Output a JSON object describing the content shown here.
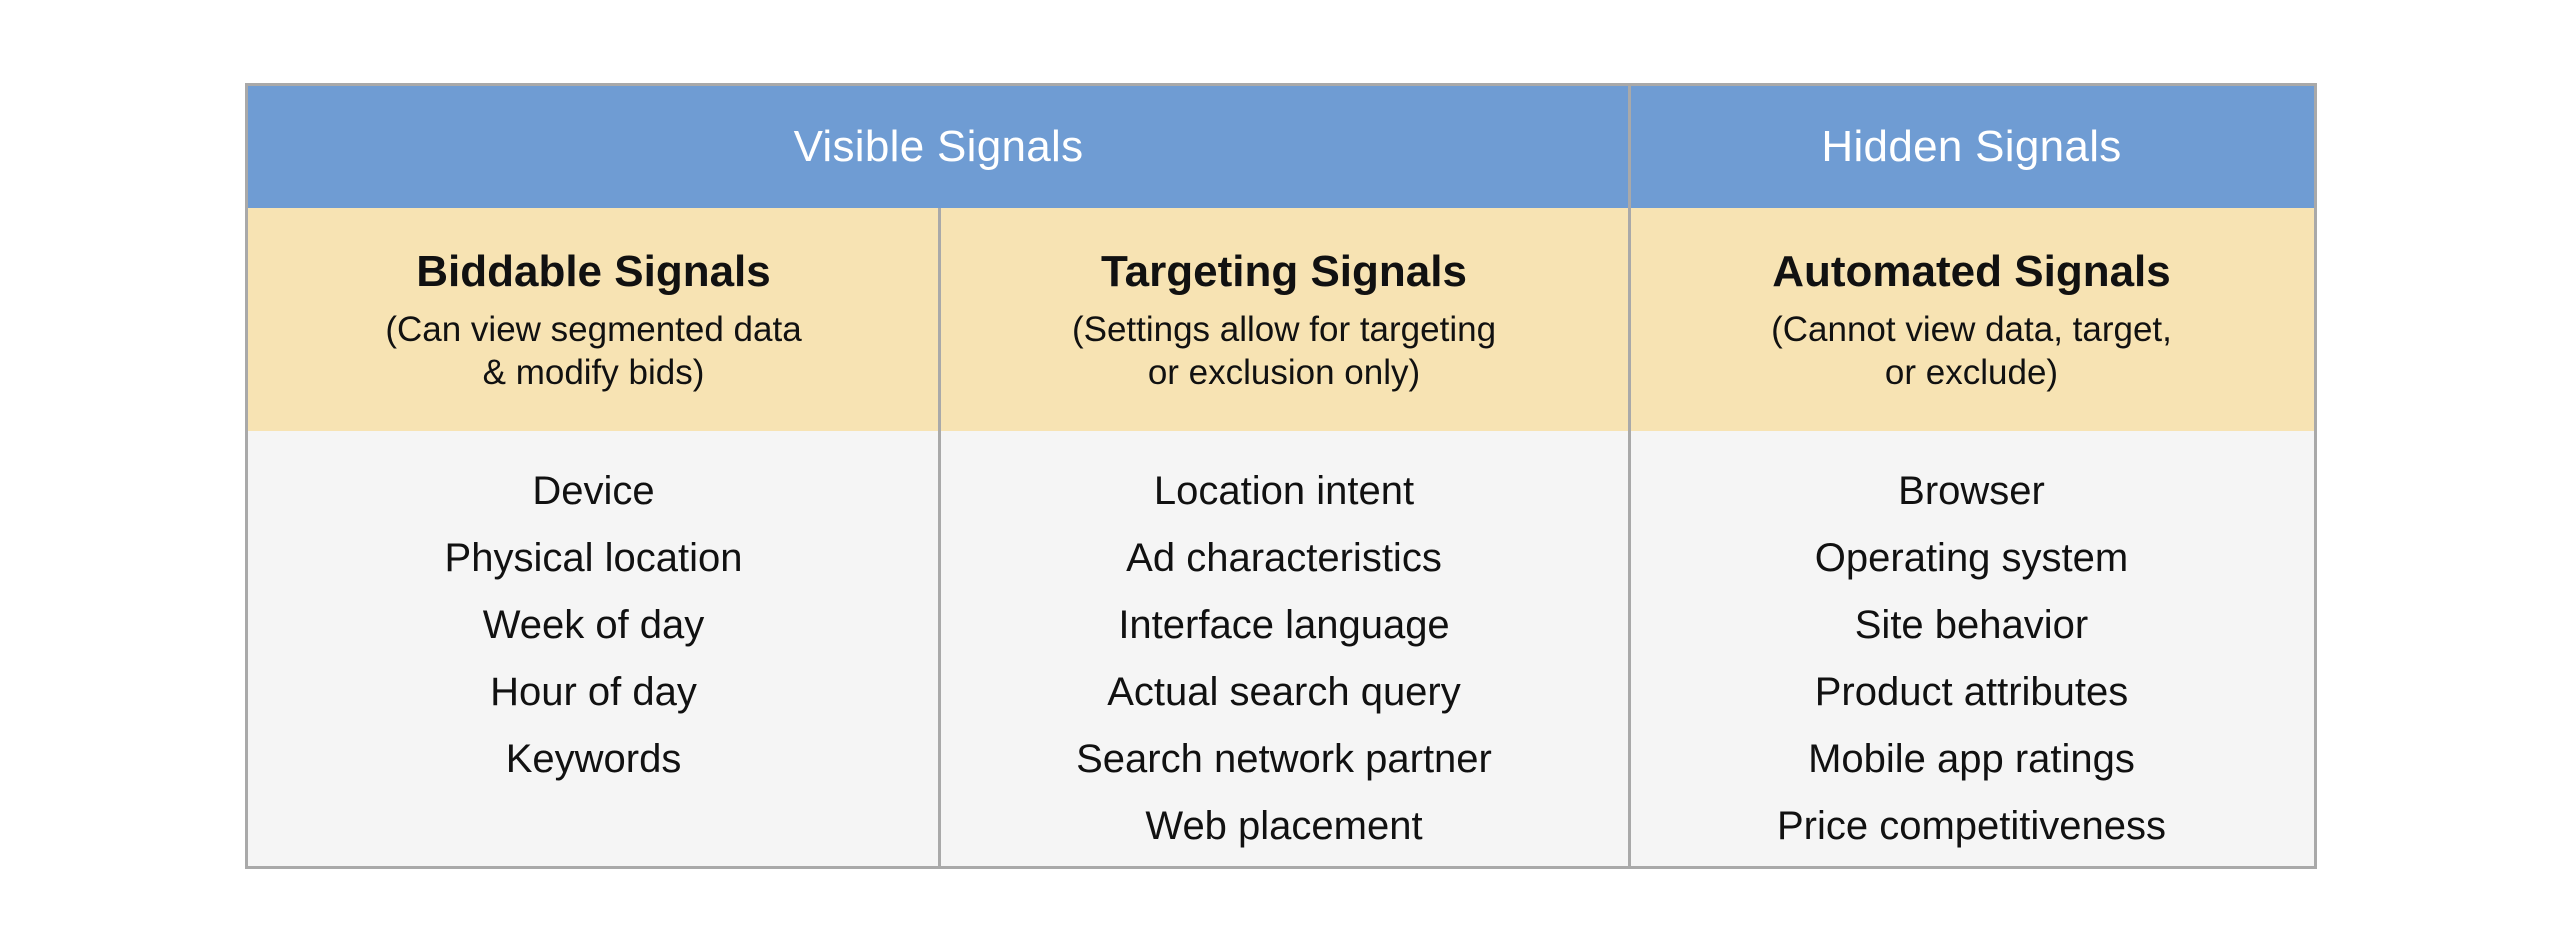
{
  "header": {
    "visible_signals": "Visible Signals",
    "hidden_signals": "Hidden Signals"
  },
  "columns": [
    {
      "title": "Biddable Signals",
      "note": "(Can view segmented data\n& modify bids)",
      "items": [
        "Device",
        "Physical location",
        "Week of day",
        "Hour of day",
        "Keywords"
      ]
    },
    {
      "title": "Targeting Signals",
      "note": "(Settings allow for targeting\nor exclusion only)",
      "items": [
        "Location intent",
        "Ad characteristics",
        "Interface language",
        "Actual search query",
        "Search network partner",
        "Web placement"
      ]
    },
    {
      "title": "Automated Signals",
      "note": "(Cannot view data, target,\nor exclude)",
      "items": [
        "Browser",
        "Operating system",
        "Site behavior",
        "Product attributes",
        "Mobile app ratings",
        "Price competitiveness"
      ]
    }
  ],
  "colors": {
    "header_bg": "#6f9cd3",
    "subheader_bg": "#f7e3b3",
    "body_bg": "#f5f5f5",
    "border": "#a9a9a9"
  }
}
